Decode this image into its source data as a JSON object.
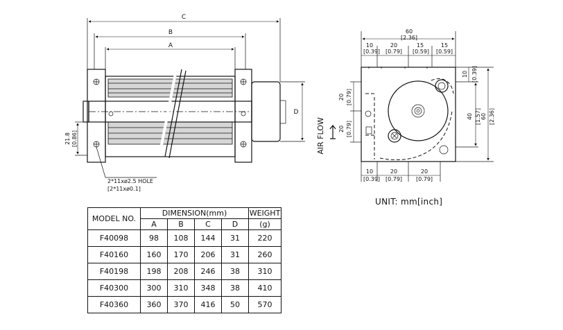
{
  "side_view": {
    "dim_c": "C",
    "dim_b": "B",
    "dim_a": "A",
    "dim_d": "D",
    "dim_h_mm": "21.8",
    "dim_h_in": "[0.86]",
    "hole_mm": "2*11xø2.5 HOLE",
    "hole_in": "[2*11xø0.1]"
  },
  "end_view": {
    "width_mm": "60",
    "width_in": "[2.36]",
    "top_segments": [
      {
        "mm": "10",
        "in": "[0.39]"
      },
      {
        "mm": "20",
        "in": "[0.79]"
      },
      {
        "mm": "15",
        "in": "[0.59]"
      },
      {
        "mm": "15",
        "in": "[0.59]"
      }
    ],
    "bottom_segments": [
      {
        "mm": "10",
        "in": "[0.39]"
      },
      {
        "mm": "20",
        "in": "[0.79]"
      },
      {
        "mm": "20",
        "in": "[0.79]"
      }
    ],
    "left_segments": [
      {
        "mm": "20",
        "in": "[0.79]"
      },
      {
        "mm": "20",
        "in": "[0.79]"
      }
    ],
    "right_top": {
      "mm": "10",
      "in": "[0.39]"
    },
    "right_mid": {
      "mm": "40",
      "in": "[1.57]"
    },
    "right_total": {
      "mm": "60",
      "in": "[2.36]"
    },
    "air_flow": "AIR FLOW",
    "unit_label": "UNIT: mm[inch]"
  },
  "table": {
    "header_model": "MODEL NO.",
    "header_dimension": "DIMENSION(mm)",
    "header_weight": "WEIGHT",
    "header_weight_unit": "(g)",
    "sub_headers": [
      "A",
      "B",
      "C",
      "D"
    ],
    "rows": [
      [
        "F40098",
        "98",
        "108",
        "144",
        "31",
        "220"
      ],
      [
        "F40160",
        "160",
        "170",
        "206",
        "31",
        "260"
      ],
      [
        "F40198",
        "198",
        "208",
        "246",
        "38",
        "310"
      ],
      [
        "F40300",
        "300",
        "310",
        "348",
        "38",
        "410"
      ],
      [
        "F40360",
        "360",
        "370",
        "416",
        "50",
        "570"
      ]
    ]
  }
}
